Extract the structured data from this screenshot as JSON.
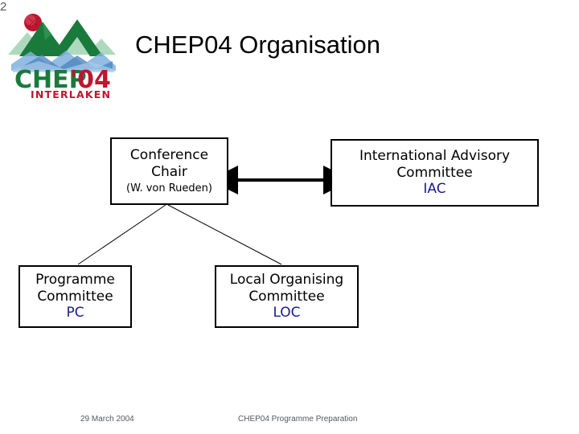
{
  "slide": {
    "title": "CHEP04 Organisation",
    "page_number": "2"
  },
  "logo": {
    "name": "chep04-interlaken-logo",
    "wordmark_chep": "CHEP",
    "wordmark_year": "'04",
    "location": "INTERLAKEN",
    "colors": {
      "green": "#1a7a3c",
      "green_light": "#7fc49a",
      "blue": "#6f9fd8",
      "blue_dark": "#3f6fae",
      "red": "#c0152f",
      "red_dark": "#8f1024"
    }
  },
  "diagram": {
    "type": "organisation-chart",
    "nodes": [
      {
        "id": "conference-chair",
        "line1": "Conference",
        "line2": "Chair",
        "sub": "(W. von Rueden)"
      },
      {
        "id": "international-advisory-committee",
        "line1": "International Advisory",
        "line2": "Committee",
        "abbr": "IAC"
      },
      {
        "id": "programme-committee",
        "line1": "Programme",
        "line2": "Committee",
        "abbr": "PC"
      },
      {
        "id": "local-organising-committee",
        "line1": "Local Organising",
        "line2": "Committee",
        "abbr": "LOC"
      }
    ],
    "connectors": [
      {
        "id": "chair-iac",
        "style": "double-arrow",
        "from": "conference-chair",
        "to": "international-advisory-committee"
      },
      {
        "id": "chair-pc",
        "style": "plain-line",
        "from": "conference-chair",
        "to": "programme-committee"
      },
      {
        "id": "chair-loc",
        "style": "plain-line",
        "from": "conference-chair",
        "to": "local-organising-committee"
      }
    ],
    "accent_color": "#1a1a8c"
  },
  "footer": {
    "date": "29 March 2004",
    "title": "CHEP04 Programme Preparation"
  }
}
